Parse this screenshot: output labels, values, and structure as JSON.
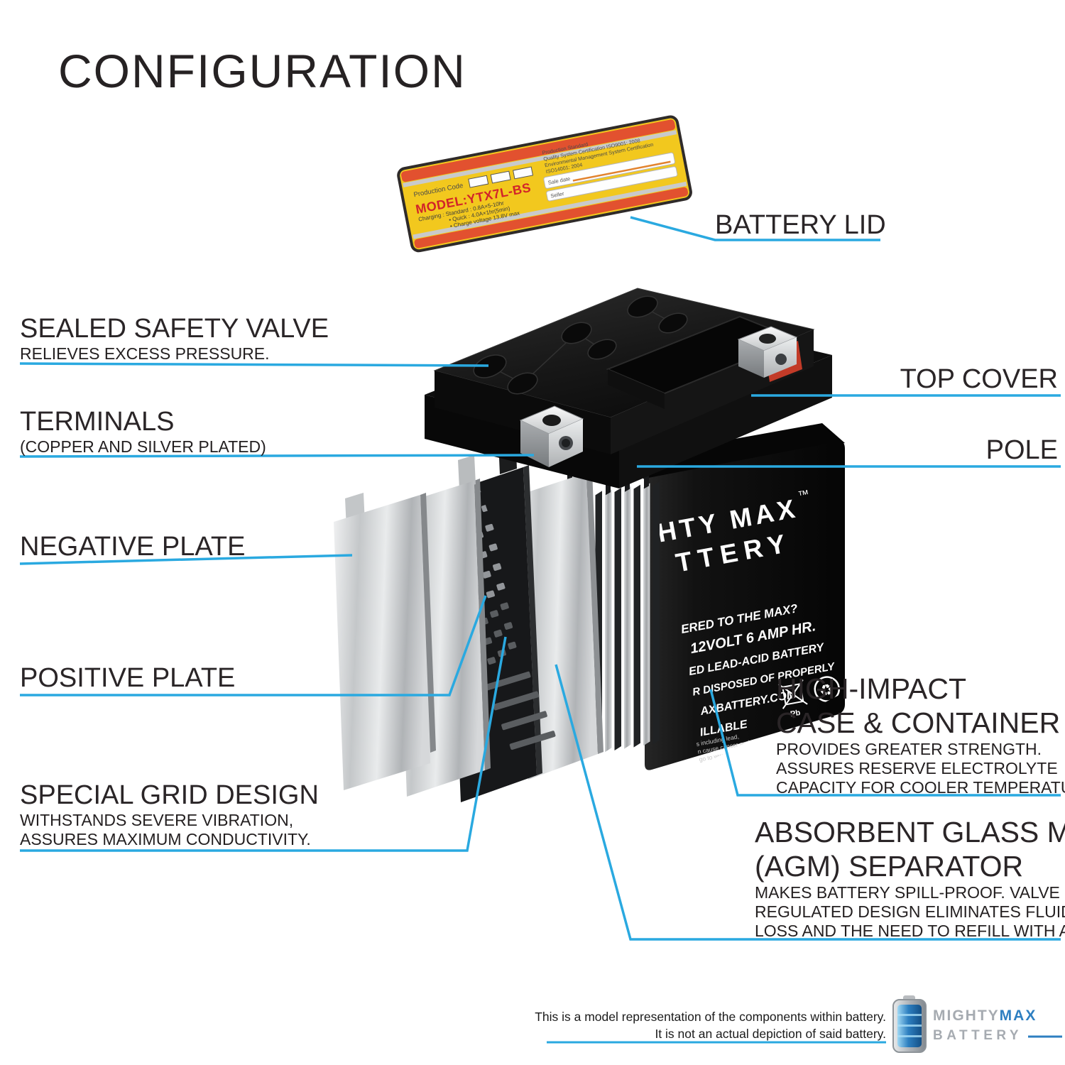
{
  "title": "CONFIGURATION",
  "accent_color": "#2aa9e0",
  "callouts": {
    "battery_lid": {
      "label": "BATTERY LID"
    },
    "sealed_safety_valve": {
      "label": "SEALED SAFETY VALVE",
      "desc": "RELIEVES EXCESS PRESSURE."
    },
    "terminals": {
      "label": "TERMINALS",
      "desc": "(COPPER AND SILVER PLATED)"
    },
    "negative_plate": {
      "label": "NEGATIVE PLATE"
    },
    "positive_plate": {
      "label": "POSITIVE PLATE"
    },
    "special_grid": {
      "label": "SPECIAL GRID DESIGN",
      "desc1": "WITHSTANDS SEVERE VIBRATION,",
      "desc2": "ASSURES MAXIMUM CONDUCTIVITY."
    },
    "top_cover": {
      "label": "TOP COVER"
    },
    "pole": {
      "label": "POLE"
    },
    "high_impact_case": {
      "label1": "HIGH-IMPACT",
      "label2": "CASE & CONTAINER",
      "desc1": "PROVIDES GREATER STRENGTH.",
      "desc2": "ASSURES RESERVE ELECTROLYTE",
      "desc3": "CAPACITY FOR COOLER TEMPERATURES."
    },
    "agm_separator": {
      "label1": "ABSORBENT GLASS MAT",
      "label2": "(AGM) SEPARATOR",
      "desc1": "MAKES BATTERY SPILL-PROOF. VALVE",
      "desc2": "REGULATED DESIGN ELIMINATES FLUID",
      "desc3": "LOSS AND THE NEED TO REFILL WITH ACID."
    }
  },
  "lid_sticker": {
    "production_code": "Production Code",
    "model": "MODEL:YTX7L-BS",
    "charging1": "Charging : Standard : 0.8A×5-10hr",
    "charging2": "• Quick : 4.0A×1hr(5min)",
    "charging3": "• Charge voltage 13.8V max",
    "std1": "Production Standard",
    "std2": "Quality System Certification ISO9001: 2008",
    "std3": "Environmental Management System Certification",
    "std4": "ISO14001: 2004",
    "sale_date": "Sale date",
    "seller": "Seller"
  },
  "case_print": {
    "brand_line1": "HTY MAX",
    "brand_tm": "™",
    "brand_line2": "TTERY",
    "line1": "ERED TO THE MAX?",
    "line2": "12VOLT 6 AMP HR.",
    "line3": "ED LEAD-ACID BATTERY",
    "line4": "R DISPOSED OF PROPERLY",
    "line5": "AXBATTERY.COM",
    "line6": "ILLABLE",
    "pb_label": "Pb",
    "recycle_symbol": "♻",
    "warning1": "s including lead,",
    "warning2": "n cause cancer and birth defects or other",
    "warning3": "go to www.P65Warnings.ca.gov"
  },
  "footer": {
    "disclaimer1": "This is a model representation of the components within battery.",
    "disclaimer2": "It is not an actual depiction of said battery.",
    "brand_mighty": "MIGHTY",
    "brand_max": "MAX",
    "brand_battery": "BATTERY"
  }
}
